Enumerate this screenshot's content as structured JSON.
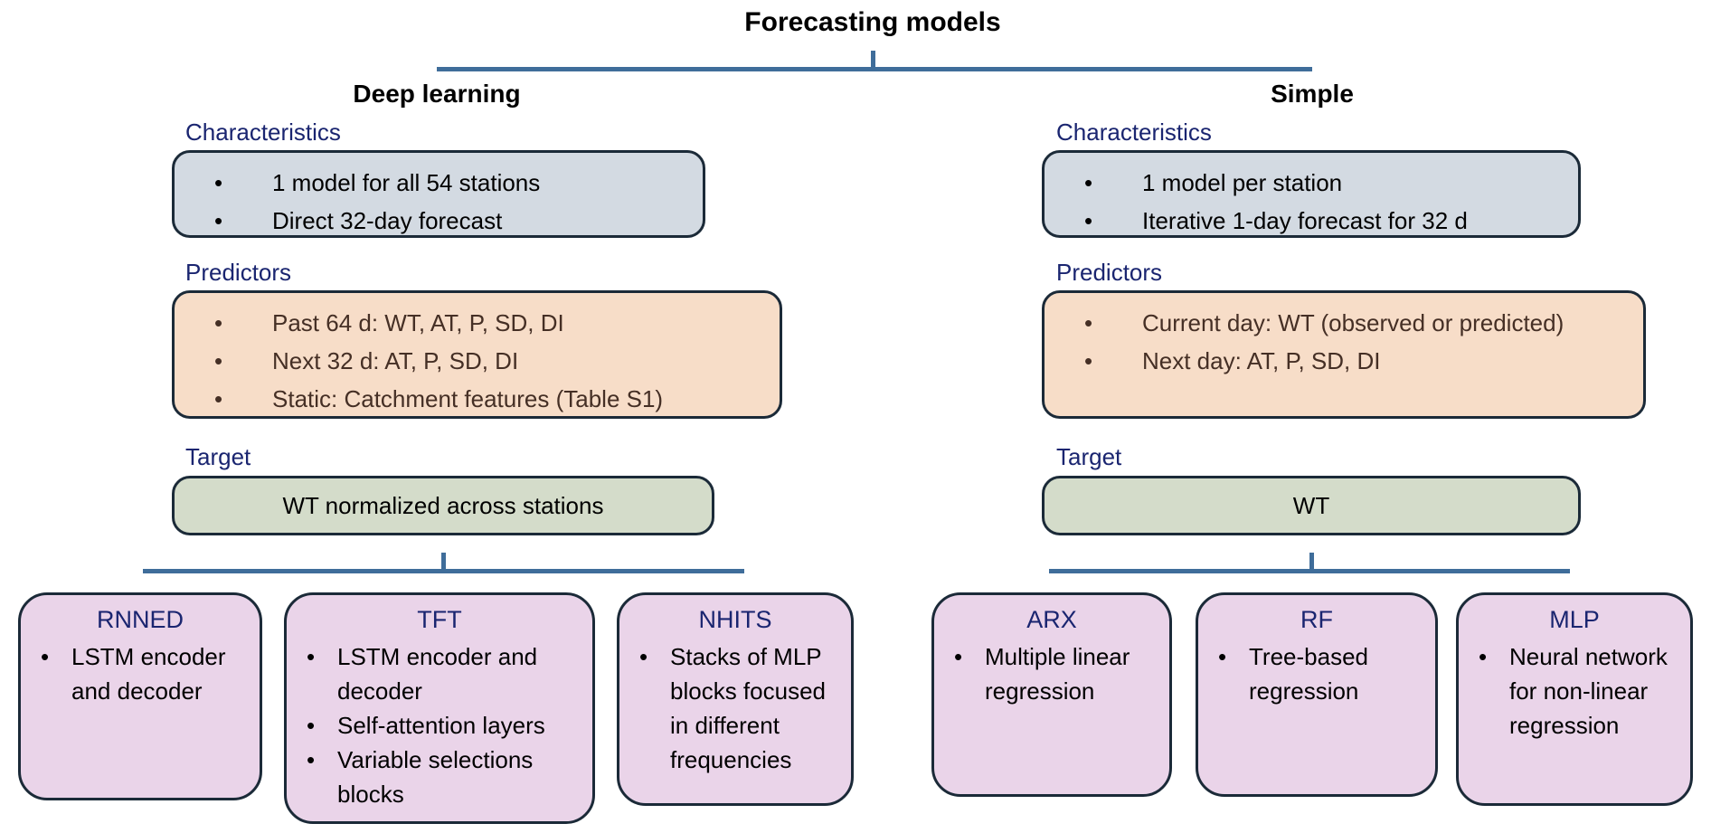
{
  "title": "Forecasting models",
  "colors": {
    "label_navy": "#1a2570",
    "border_navy": "#1b2a38",
    "line_blue": "#3f6d9a",
    "characteristics_fill": "#d3dae2",
    "predictors_fill": "#f7ddc8",
    "predictors_text": "#452f25",
    "target_fill": "#d4dcca",
    "model_fill": "#ead4e9"
  },
  "branches": {
    "deep": {
      "header": "Deep learning",
      "characteristics": {
        "label": "Characteristics",
        "items": [
          "1 model for all 54 stations",
          "Direct 32-day forecast"
        ]
      },
      "predictors": {
        "label": "Predictors",
        "items": [
          "Past 64 d: WT, AT, P, SD, DI",
          "Next 32 d: AT, P, SD, DI",
          "Static: Catchment features (Table S1)"
        ]
      },
      "target": {
        "label": "Target",
        "value": "WT normalized across stations"
      },
      "models": [
        {
          "name": "RNNED",
          "items": [
            "LSTM encoder and decoder"
          ]
        },
        {
          "name": "TFT",
          "items": [
            "LSTM encoder and decoder",
            "Self-attention layers",
            "Variable selections blocks"
          ]
        },
        {
          "name": "NHITS",
          "items": [
            "Stacks of MLP blocks focused in different frequencies"
          ]
        }
      ]
    },
    "simple": {
      "header": "Simple",
      "characteristics": {
        "label": "Characteristics",
        "items": [
          "1 model per station",
          "Iterative 1-day forecast for 32 d"
        ]
      },
      "predictors": {
        "label": "Predictors",
        "items": [
          "Current day: WT (observed or predicted)",
          "Next day: AT, P, SD, DI"
        ]
      },
      "target": {
        "label": "Target",
        "value": "WT"
      },
      "models": [
        {
          "name": "ARX",
          "items": [
            "Multiple linear regression"
          ]
        },
        {
          "name": "RF",
          "items": [
            "Tree-based regression"
          ]
        },
        {
          "name": "MLP",
          "items": [
            "Neural network for non-linear regression"
          ]
        }
      ]
    }
  }
}
